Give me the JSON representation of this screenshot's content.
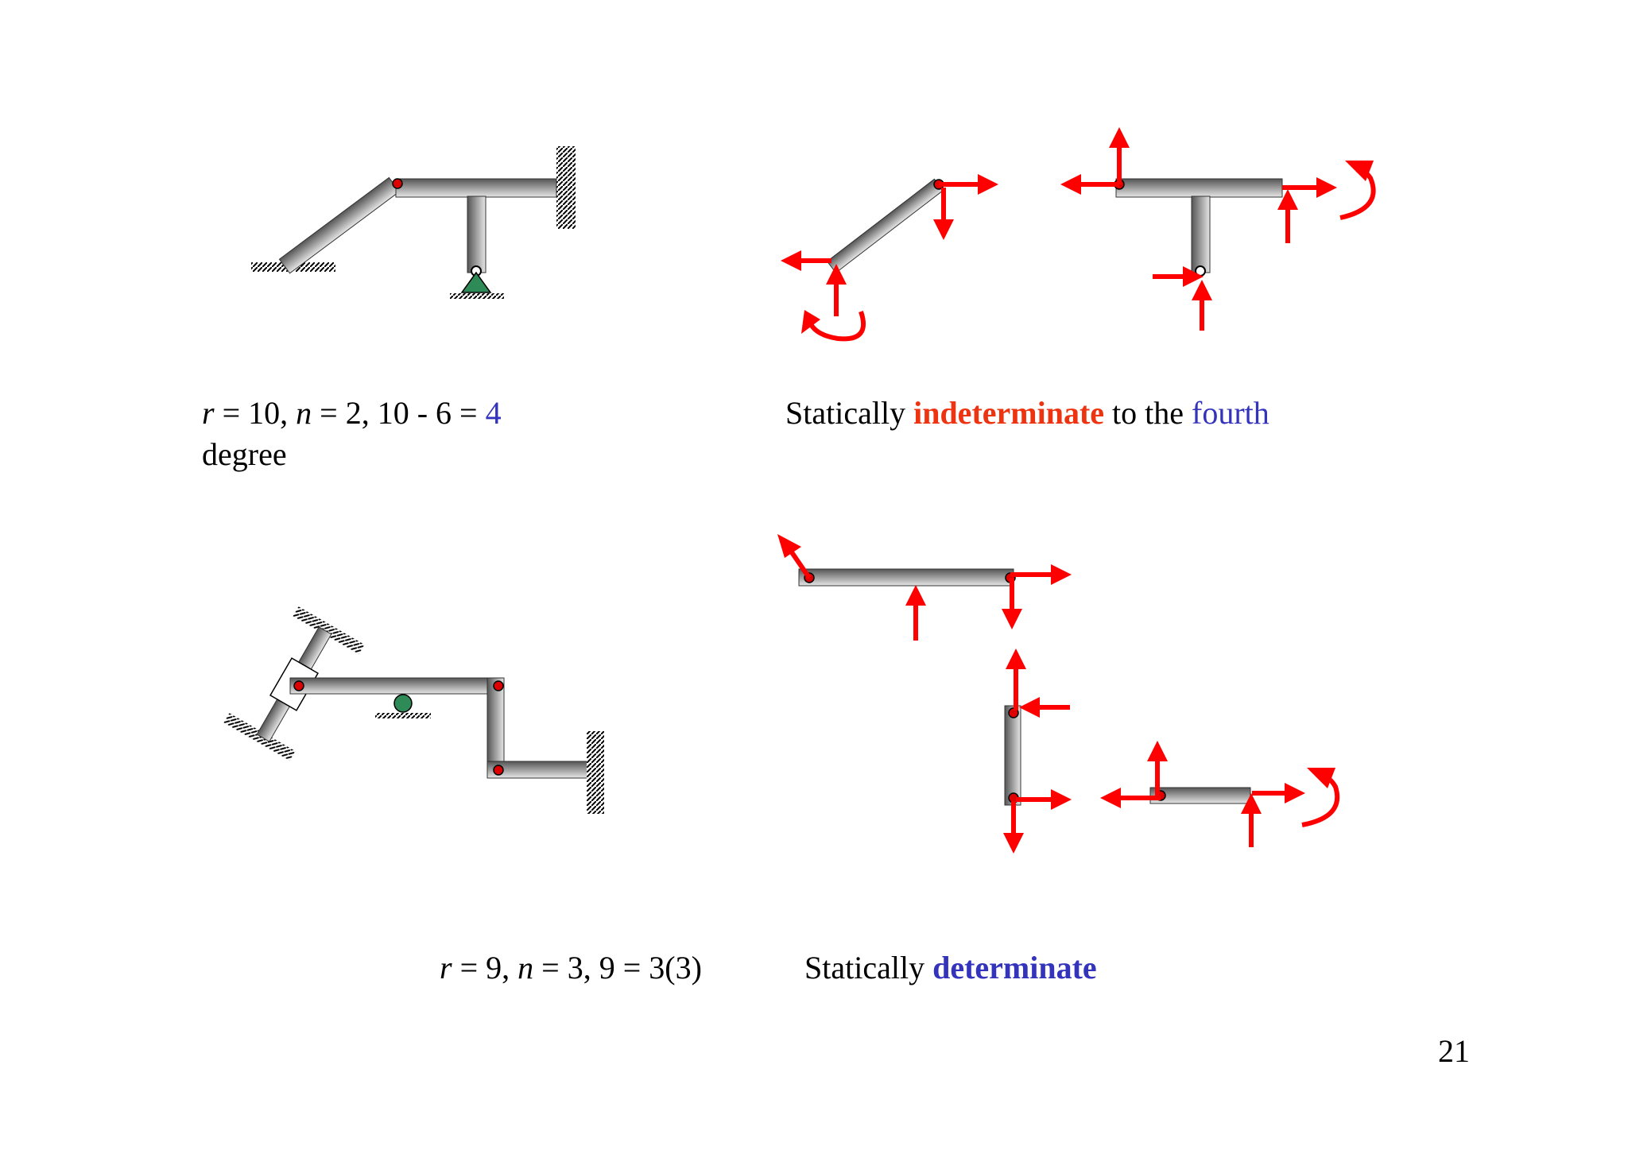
{
  "slide": {
    "page_number": "21"
  },
  "example1": {
    "equation": {
      "r_var": "r",
      "r_rest": " = 10, ",
      "n_var": "n",
      "n_rest": " = 2, 10 - 6 = ",
      "degree_num": "4",
      "line2": "degree"
    },
    "verdict": {
      "prefix": "Statically ",
      "keyword": "indeterminate",
      "middle": " to the ",
      "degree_word": "fourth"
    }
  },
  "example2": {
    "equation": {
      "r_var": "r",
      "r_rest": " = 9, ",
      "n_var": "n",
      "n_rest": " = 3, 9 = 3(3)"
    },
    "verdict": {
      "prefix": "Statically ",
      "keyword": "determinate"
    }
  },
  "colors": {
    "force_arrow": "#ff0000",
    "hinge": "#dd0000",
    "support_green": "#2e8b57",
    "indeterminate": "#ee3311",
    "determinate": "#3333bb",
    "beam_dark": "#555555",
    "beam_light": "#dddddd"
  }
}
